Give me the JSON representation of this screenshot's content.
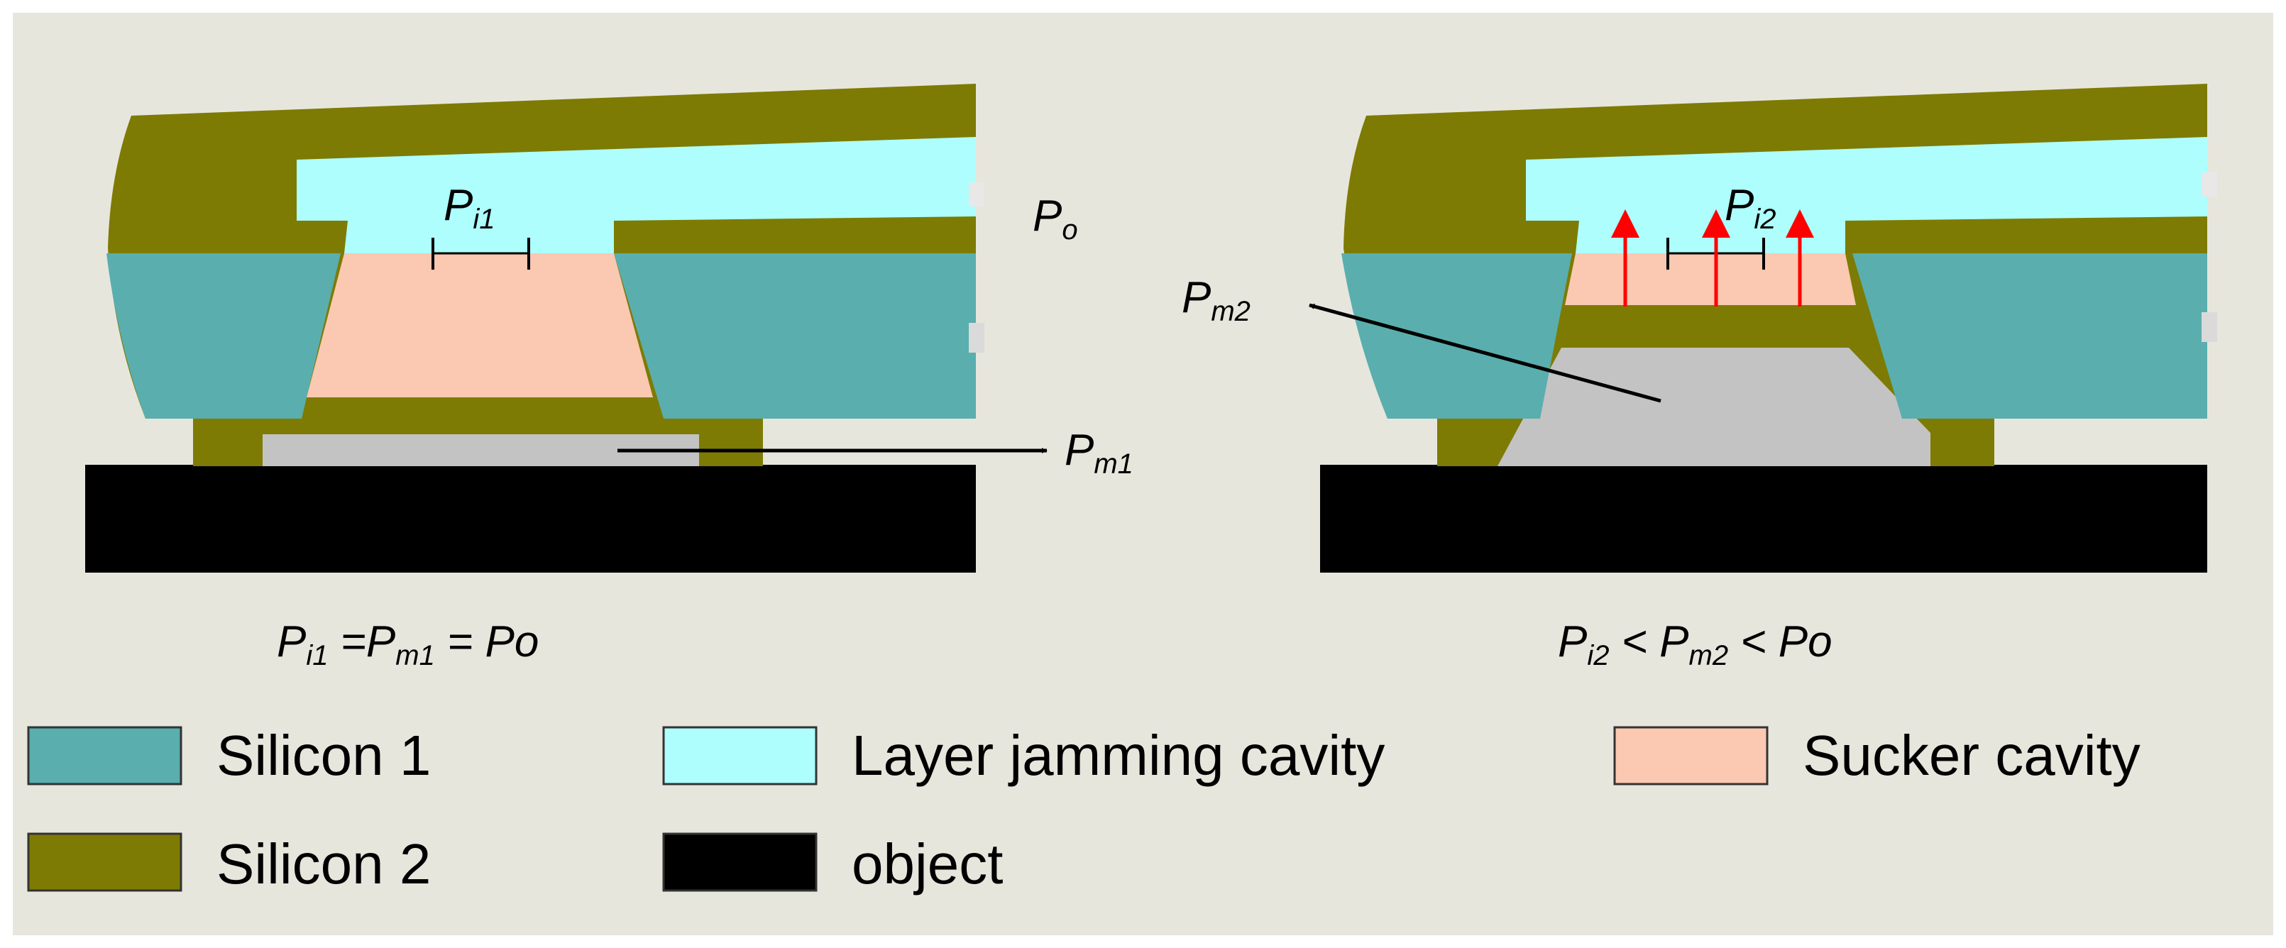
{
  "colors": {
    "background": "#e7e6dd",
    "silicon_1": "#5aaeae",
    "silicon_2": "#7d7b03",
    "layer_jamming_cavity": "#aefefe",
    "sucker_cavity": "#fbc8b1",
    "object": "#000000",
    "membrane": "#c3c3c3",
    "pressure_arrow": "#ff0000"
  },
  "left_panel": {
    "pi": {
      "main": "P",
      "sub": "i1"
    },
    "po": {
      "main": "P",
      "sub": "o"
    },
    "pm": {
      "main": "P",
      "sub": "m1"
    },
    "equation": [
      {
        "main": "P",
        "sub": "i1"
      },
      {
        "main": " =P",
        "sub": "m1"
      },
      {
        "main": " = Po"
      }
    ]
  },
  "right_panel": {
    "pi": {
      "main": "P",
      "sub": "i2"
    },
    "pm": {
      "main": "P",
      "sub": "m2"
    },
    "equation": [
      {
        "main": "P",
        "sub": "i2"
      },
      {
        "main": " < P",
        "sub": "m2"
      },
      {
        "main": " < Po"
      }
    ]
  },
  "legend": {
    "silicon_1": "Silicon 1",
    "silicon_2": "Silicon 2",
    "layer_jamming_cavity": "Layer jamming cavity",
    "object": "object",
    "sucker_cavity": "Sucker cavity"
  }
}
